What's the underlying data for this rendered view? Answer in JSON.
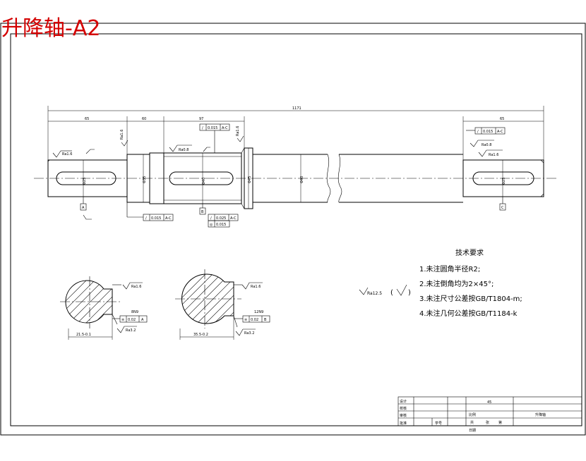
{
  "title": "升降轴-A2",
  "dimensions": {
    "overall": "1171",
    "seg1": "65",
    "seg2": "60",
    "seg3": "97",
    "seg4": "65"
  },
  "diameters": {
    "d_left_journal": "Φ25",
    "d_step": "Φ35",
    "d_mid": "Φ40",
    "d_collar": "Φ45",
    "d_shaft": "Φ40",
    "d_right": "Φ25"
  },
  "roughness": {
    "r1": "Ra1.6",
    "r2": "Ra0.8",
    "r3": "Ra1.6",
    "r4": "Ra1.6",
    "r5": "Ra0.8",
    "r6": "Ra1.6",
    "r_general": "Ra12.5"
  },
  "tolerance_frames": {
    "tf1_value": "0.015",
    "tf1_datum": "A-C",
    "tf2_value": "0.015",
    "tf2_datum": "A-C",
    "tf3_value": "0.015",
    "tf3_datum": "A-C",
    "tf4_value": "0.025",
    "tf4_datum": "A-C",
    "tf5_value": "0.015",
    "tf6_value": "0.02",
    "tf6_datum": "A",
    "tf7_value": "0.02",
    "tf7_datum": "B"
  },
  "datums": {
    "a": "A",
    "b": "B",
    "c": "C"
  },
  "sections": {
    "left_width": "21.5-0.1",
    "left_key": "8N9",
    "right_width": "35.5-0.2",
    "right_key": "12N9",
    "left_ra": "Ra1.6",
    "left_ra2": "Ra3.2",
    "right_ra": "Ra1.6",
    "right_ra2": "Ra3.2"
  },
  "tech_requirements": {
    "heading": "技术要求",
    "items": [
      "1.未注圆角半径R2;",
      "2.未注倒角均为2×45°;",
      "3.未注尺寸公差按GB/T1804-m;",
      "4.未注几何公差按GB/T1184-k"
    ]
  },
  "general_roughness": {
    "value": "Ra12.5",
    "paren_open": "(",
    "paren_close": ")"
  },
  "title_block": {
    "row1": "设计",
    "row2": "校核",
    "row3": "审核",
    "row4": "批准",
    "material": "45",
    "scale_label": "比例",
    "part_name": "升降轴",
    "total": "共",
    "sheet": "张",
    "page": "第",
    "date_label": "日期",
    "student_label": "学号"
  }
}
